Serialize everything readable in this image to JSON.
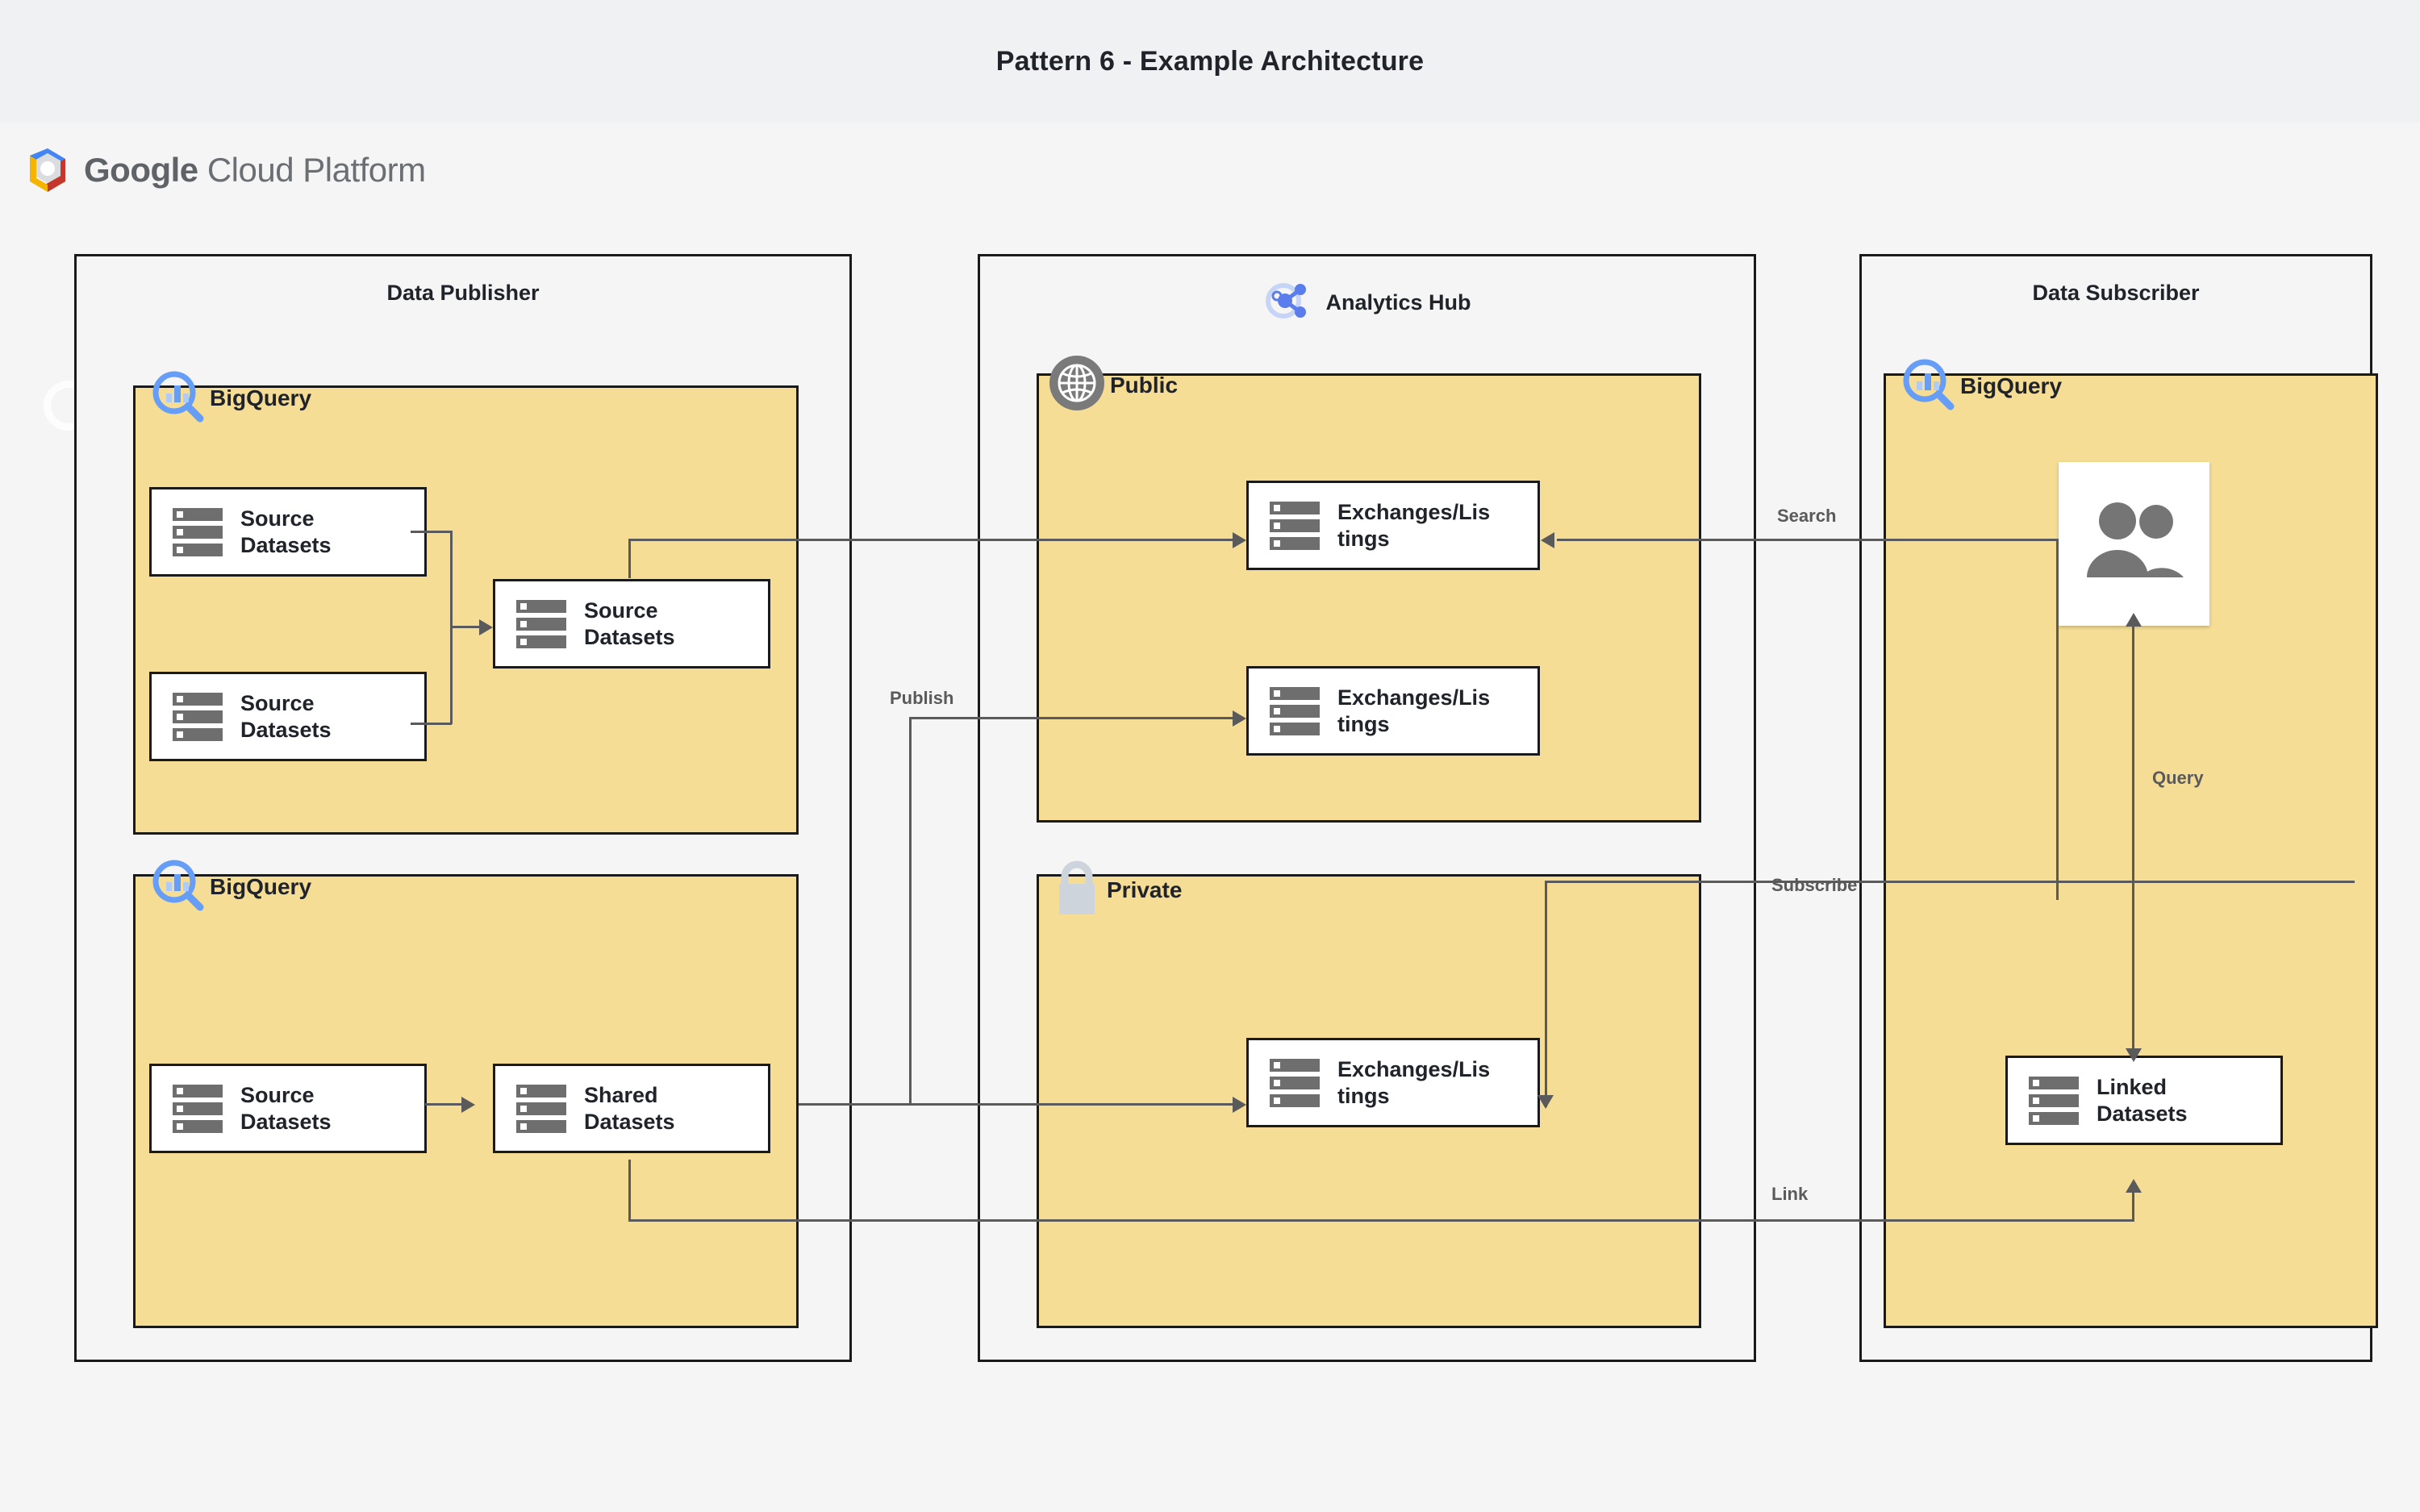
{
  "title": "Pattern 6 - Example Architecture",
  "brand": {
    "logo_icon": "gcp-hexagon-logo",
    "name_bold": "Google",
    "name_rest": " Cloud Platform"
  },
  "zones": [
    {
      "id": "publisher",
      "title": "Data Publisher",
      "icon": null
    },
    {
      "id": "hub",
      "title": "Analytics Hub",
      "icon": "analytics-hub-share-icon"
    },
    {
      "id": "subscriber",
      "title": "Data Subscriber",
      "icon": null
    }
  ],
  "panels": [
    {
      "id": "pub-bq-top",
      "label": "BigQuery",
      "icon": "bigquery-magnifier-icon"
    },
    {
      "id": "pub-bq-bot",
      "label": "BigQuery",
      "icon": "bigquery-magnifier-icon"
    },
    {
      "id": "hub-public",
      "label": "Public",
      "icon": "globe-icon"
    },
    {
      "id": "hub-private",
      "label": "Private",
      "icon": "padlock-icon"
    },
    {
      "id": "sub-bq",
      "label": "BigQuery",
      "icon": "bigquery-magnifier-icon"
    }
  ],
  "nodes": [
    {
      "id": "src-a",
      "label": "Source Datasets",
      "icon": "dataset-icon"
    },
    {
      "id": "src-b",
      "label": "Source Datasets",
      "icon": "dataset-icon"
    },
    {
      "id": "src-merged",
      "label": "Source Datasets",
      "icon": "dataset-icon"
    },
    {
      "id": "src-lower",
      "label": "Source Datasets",
      "icon": "dataset-icon"
    },
    {
      "id": "shared",
      "label": "Shared Datasets",
      "icon": "dataset-icon"
    },
    {
      "id": "exch-pub-1",
      "label": "Exchanges/Listings",
      "icon": "dataset-icon"
    },
    {
      "id": "exch-pub-2",
      "label": "Exchanges/Listings",
      "icon": "dataset-icon"
    },
    {
      "id": "exch-priv",
      "label": "Exchanges/Listings",
      "icon": "dataset-icon"
    },
    {
      "id": "linked",
      "label": "Linked Datasets",
      "icon": "dataset-icon"
    },
    {
      "id": "users",
      "label": "",
      "icon": "users-group-icon"
    }
  ],
  "node_label_lines": {
    "src-a": [
      "Source",
      "Datasets"
    ],
    "src-b": [
      "Source",
      "Datasets"
    ],
    "src-merged": [
      "Source",
      "Datasets"
    ],
    "src-lower": [
      "Source",
      "Datasets"
    ],
    "shared": [
      "Shared",
      "Datasets"
    ],
    "exch-pub-1": [
      "Exchanges/Lis",
      "tings"
    ],
    "exch-pub-2": [
      "Exchanges/Lis",
      "tings"
    ],
    "exch-priv": [
      "Exchanges/Lis",
      "tings"
    ],
    "linked": [
      "Linked",
      "Datasets"
    ]
  },
  "edge_labels": {
    "search": "Search",
    "publish": "Publish",
    "subscribe": "Subscribe",
    "query": "Query",
    "link": "Link"
  },
  "colors": {
    "panel_fill": "#f5dd95",
    "zone_fill": "#f5f5f5",
    "titlebar_fill": "#eff1f3",
    "node_fill": "#ffffff",
    "stroke": "#1a1a1a",
    "connector": "#5a5a5a",
    "icon_gray": "#6e6e6e",
    "bigquery_blue": "#669df6",
    "hub_blue": "#5b7ceb",
    "lock_gray": "#ced4db",
    "logo_blue": "#4285f4",
    "logo_red": "#c5372c",
    "logo_yellow": "#f4b400"
  }
}
